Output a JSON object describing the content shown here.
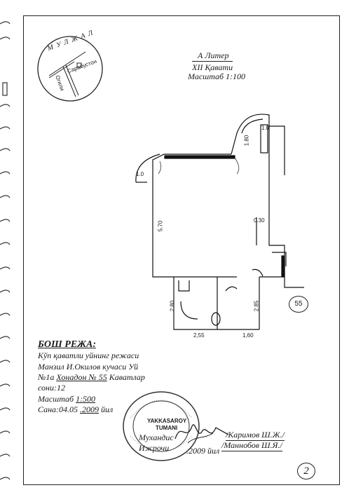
{
  "header": {
    "liter": "А    Литер",
    "floor": "XII Қавати",
    "scale": "Масштаб 1:100"
  },
  "compass": {
    "title": "МУЛЖАЛ",
    "street1": "Сарабустон",
    "street2": "Огили"
  },
  "plan": {
    "dims": [
      "1.0",
      "1.80",
      "1.0",
      "5.70",
      "0.30",
      "2.80",
      "2.85",
      "2,55",
      "1,60"
    ],
    "unit": "55"
  },
  "info": {
    "title": "БОШ РЕЖА:",
    "line1": "Кўп қаватли уйнинг режаси",
    "line2": "Манзил И.Окилов кучаси  Уй",
    "line3a": "№1а ",
    "line3b": "Хонадон № 55",
    "line3c": " Каватлар",
    "line4": "сони:12",
    "line5a": "Масштаб  ",
    "line5b": "1:500",
    "line6a": "Сана:04.05 ",
    "line6b": ".2009",
    "line6c": " йил"
  },
  "stamp": {
    "text1": "YAKKASAROY",
    "text2": "TUMANI"
  },
  "signatures": {
    "role1": "Мухандис",
    "role2": "Ижрочи",
    "date": ".2009 йил",
    "name1": "/Каримов Ш.Ж./",
    "name2": "/Маннобов Ш.Я./"
  },
  "page_number": "2"
}
